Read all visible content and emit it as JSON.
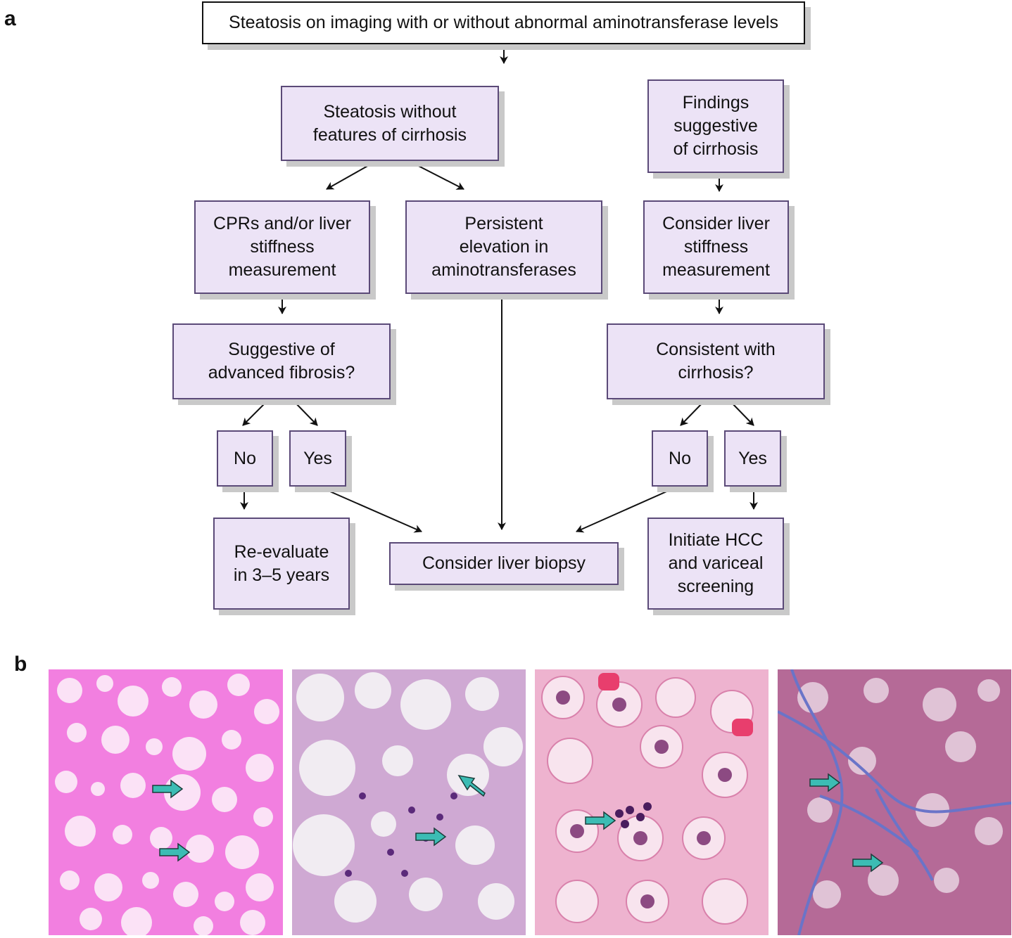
{
  "panels": {
    "a": "a",
    "b": "b"
  },
  "flowchart": {
    "start": "Steatosis on imaging with or without abnormal aminotransferase levels",
    "no_cirrhosis": [
      "Steatosis without",
      "features of cirrhosis"
    ],
    "cirrhosis": [
      "Findings",
      "suggestive",
      "of cirrhosis"
    ],
    "cpr": [
      "CPRs and/or liver",
      "stiffness",
      "measurement"
    ],
    "persistent": [
      "Persistent",
      "elevation in",
      "aminotransferases"
    ],
    "consider_stiffness": [
      "Consider liver",
      "stiffness",
      "measurement"
    ],
    "fibrosis_q": [
      "Suggestive of",
      "advanced fibrosis?"
    ],
    "cirrhosis_q": [
      "Consistent with",
      "cirrhosis?"
    ],
    "no_left": "No",
    "yes_left": "Yes",
    "no_right": "No",
    "yes_right": "Yes",
    "reevaluate": [
      "Re-evaluate",
      "in 3–5 years"
    ],
    "biopsy": "Consider liver biopsy",
    "hcc": [
      "Initiate HCC",
      "and variceal",
      "screening"
    ]
  },
  "histology": {
    "images": [
      "steatosis-micrograph",
      "ballooning-micrograph",
      "inflammation-micrograph",
      "trichrome-fibrosis-micrograph"
    ],
    "arrow_color": "#3cbcb4"
  }
}
